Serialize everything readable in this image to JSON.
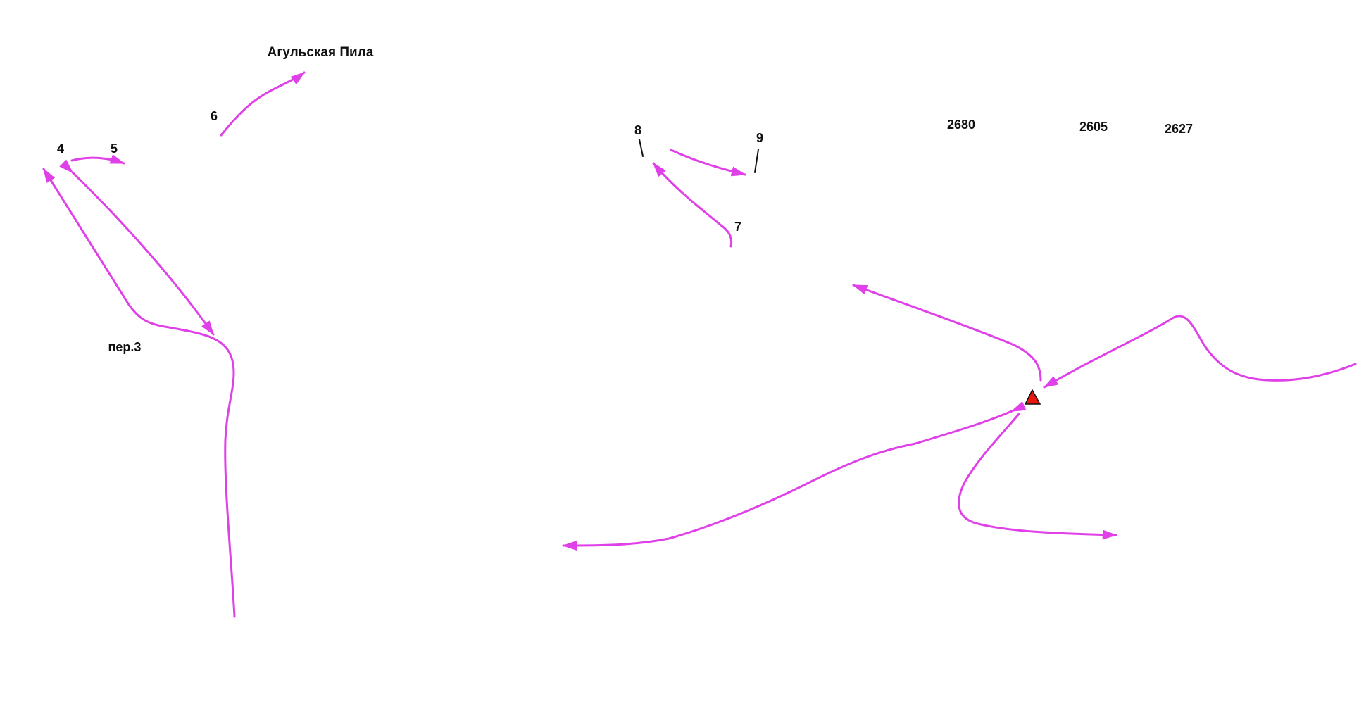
{
  "map": {
    "colors": {
      "route": "#e040e8",
      "label": "#111111",
      "leader": "#111111",
      "peak_fill": "#e8160c",
      "peak_stroke": "#111111"
    },
    "peak_marker": {
      "icon": "red-triangle-peak-icon"
    },
    "labels": {
      "pass_title": "Агульская Пила",
      "pass_num_3": "пер.3",
      "pt_4": "4",
      "pt_5": "5",
      "pt_6": "6",
      "pt_7": "7",
      "pt_8": "8",
      "pt_9": "9",
      "alt_2680": "2680",
      "alt_2605": "2605",
      "alt_2627": "2627"
    }
  }
}
